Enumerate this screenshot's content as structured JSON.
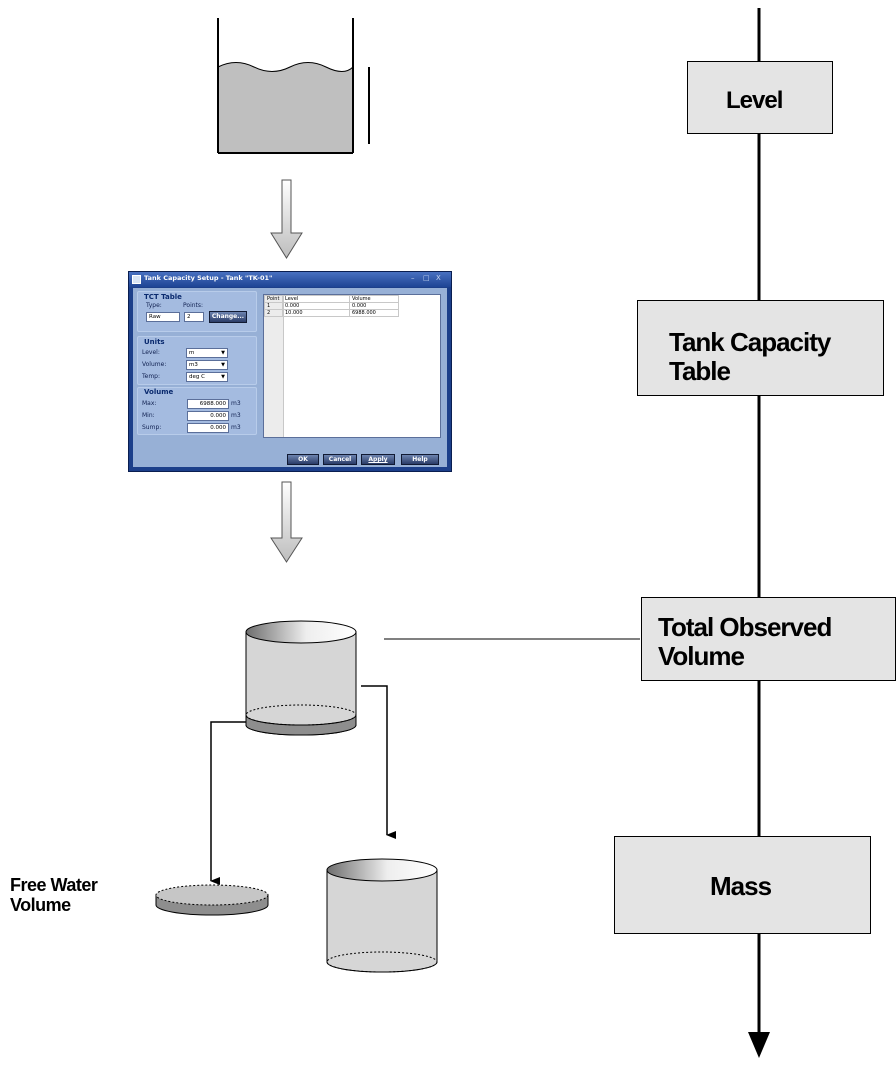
{
  "stages": [
    {
      "id": "level",
      "line1": "Level",
      "line2": ""
    },
    {
      "id": "tct",
      "line1": "Tank Capacity",
      "line2": "Table"
    },
    {
      "id": "tov",
      "line1": "Total Observed",
      "line2": "Volume"
    },
    {
      "id": "mass",
      "line1": "Mass",
      "line2": ""
    }
  ],
  "side_label": {
    "line1": "Free Water",
    "line2": "Volume"
  },
  "colors": {
    "box_fill": "#e4e4e4",
    "tank_fill": "#bfbfbf",
    "dialog_bg": "#97b0d6",
    "arrow_fill": "#d9d9d9"
  },
  "dialog": {
    "title": "Tank Capacity Setup - Tank \"TK-01\"",
    "tct_group": "TCT Table",
    "type_label": "Type:",
    "points_label": "Points:",
    "type_value": "Raw",
    "points_value": "2",
    "change_button": "Change...",
    "units_group": "Units",
    "level_label": "Level:",
    "level_unit": "m",
    "volume_label": "Volume:",
    "volume_unit": "m3",
    "temp_label": "Temp:",
    "temp_unit": "deg C",
    "volume_group": "Volume",
    "max_label": "Max:",
    "max_value": "6988.000",
    "min_label": "Min:",
    "min_value": "0.000",
    "sump_label": "Sump:",
    "sump_value": "0.000",
    "unit_m3": "m3",
    "table": {
      "headers": [
        "Point",
        "Level",
        "Volume"
      ],
      "rows": [
        [
          "1",
          "0.000",
          "0.000"
        ],
        [
          "2",
          "10.000",
          "6988.000"
        ]
      ]
    },
    "buttons": {
      "ok": "OK",
      "cancel": "Cancel",
      "apply": "Apply",
      "help": "Help"
    },
    "win_controls": {
      "min": "–",
      "max": "□",
      "close": "X"
    }
  }
}
